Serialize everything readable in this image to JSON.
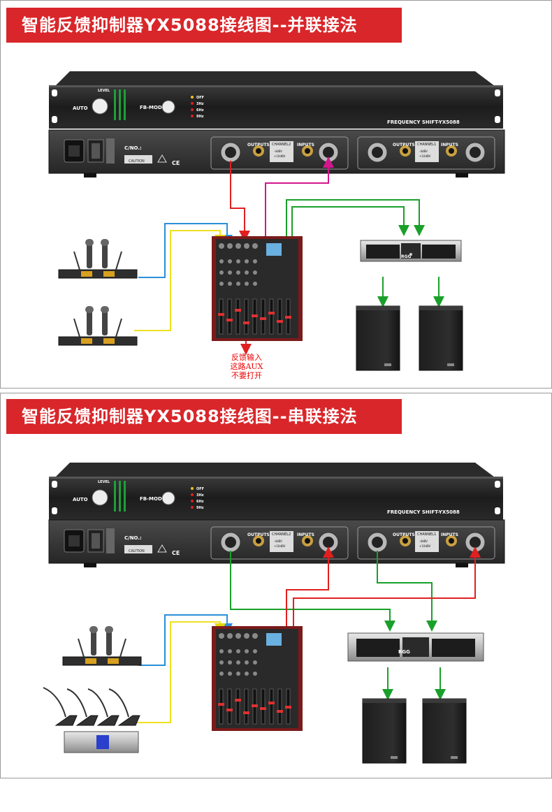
{
  "sections": [
    {
      "title": "智能反馈抑制器YX5088接线图--并联接法(AUX)",
      "note_lines": [
        "反馈输入",
        "这路AUX",
        "不要打开"
      ]
    },
    {
      "title": "智能反馈抑制器YX5088接线图--串联接法"
    }
  ],
  "device_front": {
    "knob_left_label": "AUTO",
    "knob_top_label": "LEVEL",
    "mode_label": "FB-MODE",
    "mode_options": [
      "OFF",
      "3Hz",
      "6Hz",
      "9Hz"
    ],
    "model_text": "FREQUENCY SHIFT-YX5088"
  },
  "device_rear": {
    "cno_label": "C/NO.:",
    "outputs_label": "OUTPUTS",
    "inputs_label": "INPUTS",
    "channel2_label": "CHANNEL2",
    "channel1_label": "CHANNEL1",
    "level_a": "-4dBV",
    "level_b": "+10dBV",
    "caution_label": "CAUTION",
    "ce_label": "CE"
  },
  "amplifier": {
    "brand": "RGG"
  },
  "colors": {
    "banner": "#d9262a",
    "wire_red": "#e02020",
    "wire_green": "#1aa02a",
    "wire_magenta": "#d4168e",
    "wire_blue": "#2a8fd8",
    "wire_yellow": "#f0e020"
  }
}
